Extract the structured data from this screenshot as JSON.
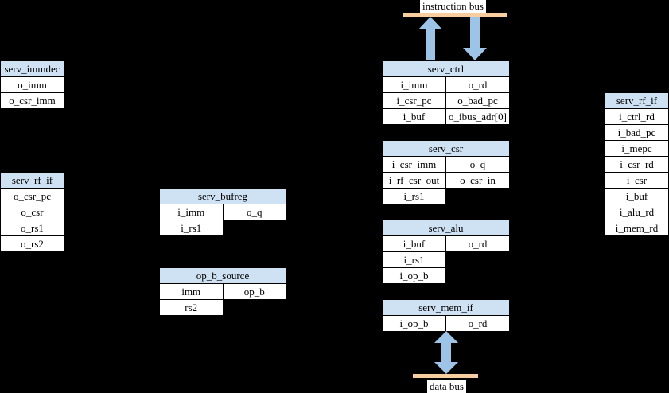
{
  "colors": {
    "background": "#000000",
    "table_header_fill": "#cfe2f3",
    "table_cell_fill": "#ffffff",
    "border": "#000000",
    "arrow_fill": "#9dc3e6",
    "bus_bar_fill": "#f8cda0",
    "label_fill": "#ffffff",
    "text": "#000000"
  },
  "buses": {
    "instruction": "instruction bus",
    "data": "data bus"
  },
  "tables": {
    "serv_immdec": {
      "title": "serv_immdec",
      "rows": [
        "o_imm",
        "o_csr_imm"
      ]
    },
    "serv_rf_if_left": {
      "title": "serv_rf_if",
      "rows": [
        "o_csr_pc",
        "o_csr",
        "o_rs1",
        "o_rs2"
      ]
    },
    "serv_bufreg": {
      "title": "serv_bufreg",
      "rows": [
        {
          "left": "i_imm",
          "right": "o_q"
        },
        {
          "left": "i_rs1"
        }
      ]
    },
    "op_b_source": {
      "title": "op_b_source",
      "rows": [
        {
          "left": "imm",
          "right": "op_b"
        },
        {
          "left": "rs2"
        }
      ]
    },
    "serv_ctrl": {
      "title": "serv_ctrl",
      "rows": [
        {
          "left": "i_imm",
          "right": "o_rd"
        },
        {
          "left": "i_csr_pc",
          "right": "o_bad_pc"
        },
        {
          "left": "i_buf",
          "right": "o_ibus_adr[0]"
        }
      ]
    },
    "serv_csr": {
      "title": "serv_csr",
      "rows": [
        {
          "left": "i_csr_imm",
          "right": "o_q"
        },
        {
          "left": "i_rf_csr_out",
          "right": "o_csr_in"
        },
        {
          "left": "i_rs1"
        }
      ]
    },
    "serv_alu": {
      "title": "serv_alu",
      "rows": [
        {
          "left": "i_buf",
          "right": "o_rd"
        },
        {
          "left": "i_rs1"
        },
        {
          "left": "i_op_b"
        }
      ]
    },
    "serv_mem_if": {
      "title": "serv_mem_if",
      "rows": [
        {
          "left": "i_op_b",
          "right": "o_rd"
        }
      ]
    },
    "serv_rf_if_right": {
      "title": "serv_rf_if",
      "rows": [
        "i_ctrl_rd",
        "i_bad_pc",
        "i_mepc",
        "i_csr_rd",
        "i_csr",
        "i_buf",
        "i_alu_rd",
        "i_mem_rd"
      ]
    }
  }
}
